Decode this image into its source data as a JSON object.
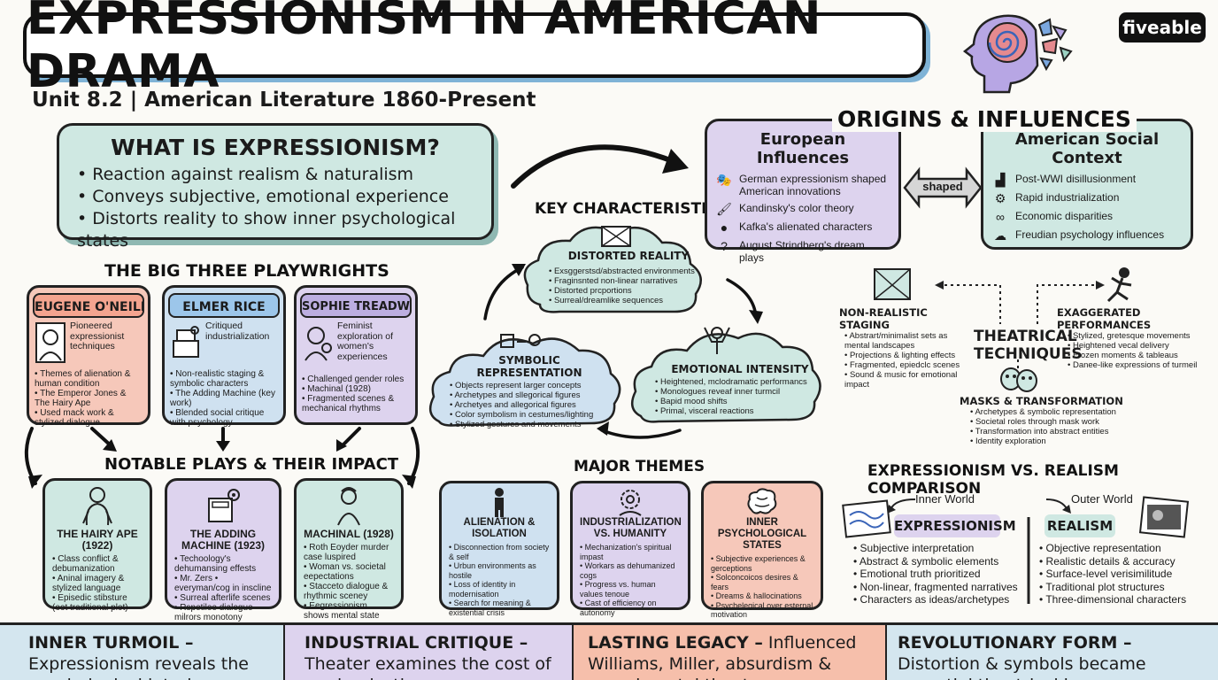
{
  "header": {
    "title": "EXPRESSIONISM IN AMERICAN DRAMA",
    "subtitle": "Unit 8.2 | American Literature 1860-Present",
    "logo": "fiveable"
  },
  "what_is": {
    "heading": "WHAT IS EXPRESSIONISM?",
    "bullets": [
      "Reaction against realism & naturalism",
      "Conveys subjective, emotional experience",
      "Distorts reality to show inner psychological states"
    ]
  },
  "playwrights": {
    "heading": "THE BIG THREE PLAYWRIGHTS",
    "cards": [
      {
        "name": "EUGENE O'NEILL",
        "desc": "Pioneered expressionist techniques",
        "points": [
          "Themes of alienation & human condition",
          "The Emperor Jones & The Hairy Ape",
          "Used mack work & stylized dialogue"
        ],
        "color": "#f6c8ba",
        "pill": "#f4a48f"
      },
      {
        "name": "ELMER RICE",
        "desc": "Critiqued industrialization",
        "points": [
          "Non-realistic staging & symbolic characters",
          "The Adding Machine (key work)",
          "Blended social critique with psychology"
        ],
        "color": "#cfe1f0",
        "pill": "#9cc6ea"
      },
      {
        "name": "SOPHIE TREADWELL",
        "desc": "Feminist exploration of women's experiences",
        "points": [
          "Challenged gender roles",
          "Machinal (1928)",
          "Fragmented scenes & mechanical rhythms"
        ],
        "color": "#ddd3ee",
        "pill": "#bcaee0"
      }
    ]
  },
  "plays": {
    "heading": "NOTABLE PLAYS & THEIR IMPACT",
    "cards": [
      {
        "title": "THE HAIRY APE (1922)",
        "points": [
          "Class conflict & debumanization",
          "Aninal imagery & stylized language",
          "Episedic stibsture (oot traditional plot)"
        ],
        "color": "#cfe8e2"
      },
      {
        "title": "THE ADDING MACHINE (1923)",
        "points": [
          "Techoology's dehumansing effests",
          "Mr. Zers • everyman/cog in inscline",
          "Surreal afterlife scenes",
          "Rspetilee dialegue milrors monotony"
        ],
        "color": "#ddd3ee"
      },
      {
        "title": "MACHINAL (1928)",
        "points": [
          "Roth Eoyder murder case luspired",
          "Woman vs. societal eepectations",
          "Stacceto dialogue & rhythmic sceney",
          "Eegressionism shows mental state"
        ],
        "color": "#cfe8e2"
      }
    ]
  },
  "characteristics": {
    "heading": "KEY CHARACTERISTICS",
    "distorted": {
      "title": "DISTORTED REALITY",
      "points": [
        "Exsggerstsd/abstracted environments",
        "Fraginsnted non-linear narratives",
        "Distorted prcportions",
        "Surreal/dreamlike sequences"
      ]
    },
    "emotional": {
      "title": "EMOTIONAL INTENSITY",
      "points": [
        "Heightened, mclodramatic performancs",
        "Monologues reveaf inner turmcil",
        "Bapid mood shifts",
        "Primal, visceral reactions"
      ]
    },
    "symbolic": {
      "title": "SYMBOLIC REPRESENTATION",
      "points": [
        "Objects represent larger concepts",
        "Archetypes and sllegorical figures",
        "Archetyes and allegorical figures",
        "Color symbolism in cestumes/lighting",
        "Stylized gestures and movements"
      ]
    }
  },
  "themes": {
    "heading": "MAJOR THEMES",
    "cards": [
      {
        "title": "ALIENATION & ISOLATION",
        "points": [
          "Disconnection from society & self",
          "Urbun environments as hostile",
          "Loss of identity in modernisation",
          "Search for meaning & existential crisis"
        ],
        "color": "#cfe1f0"
      },
      {
        "title": "INDUSTRIALIZATION VS. HUMANITY",
        "points": [
          "Mechanization's spiritual impast",
          "Workars as dehumanized cogs",
          "Progress vs. human values tenoue",
          "Cast of efficiency on autonomy"
        ],
        "color": "#ddd3ee"
      },
      {
        "title": "INNER PSYCHOLOGICAL STATES",
        "points": [
          "Subjective experiences & gerceptions",
          "Solconcoicos desires & fears",
          "Dreams & hallocinations",
          "Psychelegical over esternal motivation"
        ],
        "color": "#f6c8ba"
      }
    ]
  },
  "origins": {
    "heading": "ORIGINS & INFLUENCES",
    "connector": "shaped",
    "european": {
      "title": "European Influences",
      "items": [
        {
          "icon": "theater-masks-icon",
          "text": "German expressionism shaped American innovations"
        },
        {
          "icon": "paintbrush-icon",
          "text": "Kandinsky's color theory"
        },
        {
          "icon": "crouching-figure-icon",
          "text": "Kafka's alienated characters"
        },
        {
          "icon": "question-mark-icon",
          "text": "August Strindberg's dream plays"
        }
      ]
    },
    "american": {
      "title": "American Social Context",
      "items": [
        {
          "icon": "factory-icon",
          "text": "Post-WWI disillusionment"
        },
        {
          "icon": "gears-icon",
          "text": "Rapid industrialization"
        },
        {
          "icon": "chain-icon",
          "text": "Economic disparities"
        },
        {
          "icon": "brain-icon",
          "text": "Freudian psychology influences"
        }
      ]
    }
  },
  "techniques": {
    "center": "THEATRICAL TECHNIQUES",
    "staging": {
      "title": "NON-REALISTIC STAGING",
      "points": [
        "Abstrart/minimalist sets as mental landscapes",
        "Projections & lighting effects",
        "Fragmented, epiedclc scenes",
        "Sound & music for emotional impact"
      ]
    },
    "performances": {
      "title": "EXAGGERATED PERFORMANCES",
      "points": [
        "Stylized, gretesque movements",
        "Heightened vecal delivery",
        "Frozen moments & tableaus",
        "Danee-like expressions of turmeil"
      ]
    },
    "masks": {
      "title": "MASKS & TRANSFORMATION",
      "points": [
        "Archetypes & symbolic representation",
        "Societal roles through mask work",
        "Transformation into abstract entities",
        "Identity exploration"
      ]
    }
  },
  "comparison": {
    "heading": "EXPRESSIONISM VS. REALISM COMPARISON",
    "left_label": "Inner World",
    "right_label": "Outer World",
    "expressionism": {
      "title": "EXPRESSIONISM",
      "points": [
        "Subjective interpretation",
        "Abstract & symbolic elements",
        "Emotional truth prioritized",
        "Non-linear, fragmented narratives",
        "Characters as ideas/archetypes"
      ]
    },
    "realism": {
      "title": "REALISM",
      "points": [
        "Objective representation",
        "Realistic details & accuracy",
        "Surface-level verisimilitude",
        "Traditional plot structures",
        "Three-dimensional characters"
      ]
    }
  },
  "footer": [
    {
      "bold": "INNER TURMOIL –",
      "text": " Expressionism reveals the psychological interior",
      "color": "#d4e6ef"
    },
    {
      "bold": "INDUSTRIAL CRITIQUE –",
      "text": " Theater examines the cost of modernization",
      "color": "#ddd3ee"
    },
    {
      "bold": "LASTING LEGACY –",
      "text": " Influenced Williams, Miller, absurdism & experimental theater",
      "color": "#f6bfab"
    },
    {
      "bold": "REVOLUTIONARY FORM –",
      "text": " Distortion & symbols became essential theatrical language",
      "color": "#d4e6ef"
    }
  ]
}
